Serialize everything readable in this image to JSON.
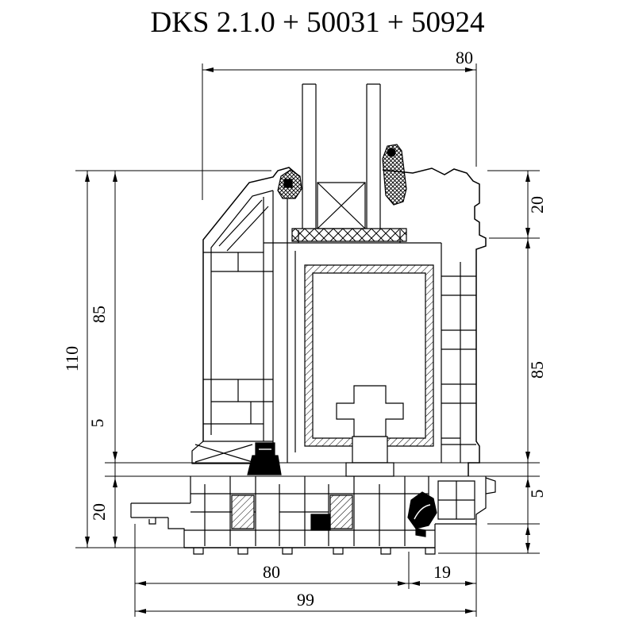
{
  "title": "DKS 2.1.0 + 50031 + 50924",
  "dimensions": {
    "top_width": "80",
    "right_top": "20",
    "right_middle": "85",
    "right_small": "5",
    "left_total": "110",
    "left_upper": "85",
    "left_small": "5",
    "left_lower": "20",
    "bottom_width": "80",
    "bottom_right": "19",
    "bottom_total": "99"
  },
  "colors": {
    "line": "#000000",
    "background": "#ffffff"
  }
}
